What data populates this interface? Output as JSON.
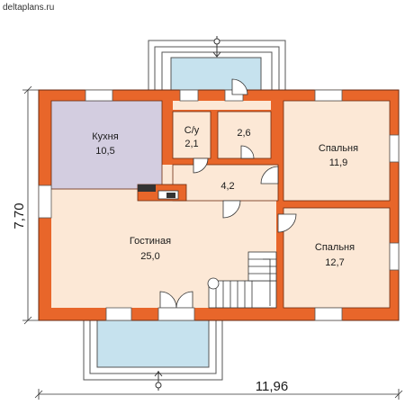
{
  "site": "deltaplans.ru",
  "dimensions": {
    "width": "11,96",
    "height": "7,70"
  },
  "rooms": {
    "kitchen": {
      "name": "Кухня",
      "area": "10,5"
    },
    "wc": {
      "name": "С/у",
      "area": "2,1"
    },
    "storage": {
      "area": "2,6"
    },
    "hall": {
      "area": "4,2"
    },
    "bedroom1": {
      "name": "Спальня",
      "area": "11,9"
    },
    "living": {
      "name": "Гостиная",
      "area": "25,0"
    },
    "bedroom2": {
      "name": "Спальня",
      "area": "12,7"
    }
  },
  "colors": {
    "wall": "#e8662a",
    "kitchen_floor": "#d3cde0",
    "floor": "#fce8d6",
    "porch": "#c6e2ee",
    "stove": "#333333"
  }
}
